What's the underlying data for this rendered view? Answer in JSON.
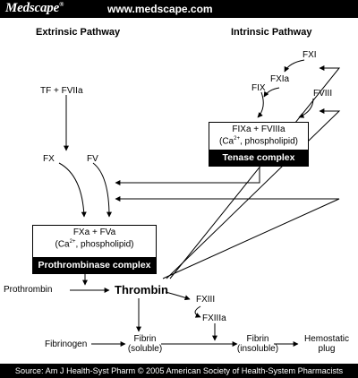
{
  "header": {
    "brand": "Medscape",
    "brand_mark": "®",
    "url": "www.medscape.com"
  },
  "titles": {
    "extrinsic": "Extrinsic Pathway",
    "intrinsic": "Intrinsic Pathway"
  },
  "nodes": {
    "tf_fviia": "TF + FVIIa",
    "fxi": "FXI",
    "fxia": "FXIa",
    "fix": "FIX",
    "fviii": "FVIII",
    "fx": "FX",
    "fv": "FV",
    "prothrombin": "Prothrombin",
    "thrombin": "Thrombin",
    "fxiii": "FXIII",
    "fxiiia": "FXIIIa",
    "fibrinogen": "Fibrinogen",
    "fibrin_soluble": "Fibrin",
    "fibrin_soluble_note": "(soluble)",
    "fibrin_insoluble": "Fibrin",
    "fibrin_insoluble_note": "(insoluble)",
    "hemostatic_1": "Hemostatic",
    "hemostatic_2": "plug"
  },
  "tenase": {
    "line1": "FIXa + FVIIIa",
    "line2_pre": "(Ca",
    "line2_sup": "2+",
    "line2_post": ", phospholipid)",
    "label": "Tenase complex"
  },
  "prothrombinase": {
    "line1": "FXa + FVa",
    "line2_pre": "(Ca",
    "line2_sup": "2+",
    "line2_post": ", phospholipid)",
    "label": "Prothrombinase complex"
  },
  "footer": {
    "source": "Source: Am J Health-Syst Pharm © 2005 American Society of Health-System Pharmacists"
  }
}
